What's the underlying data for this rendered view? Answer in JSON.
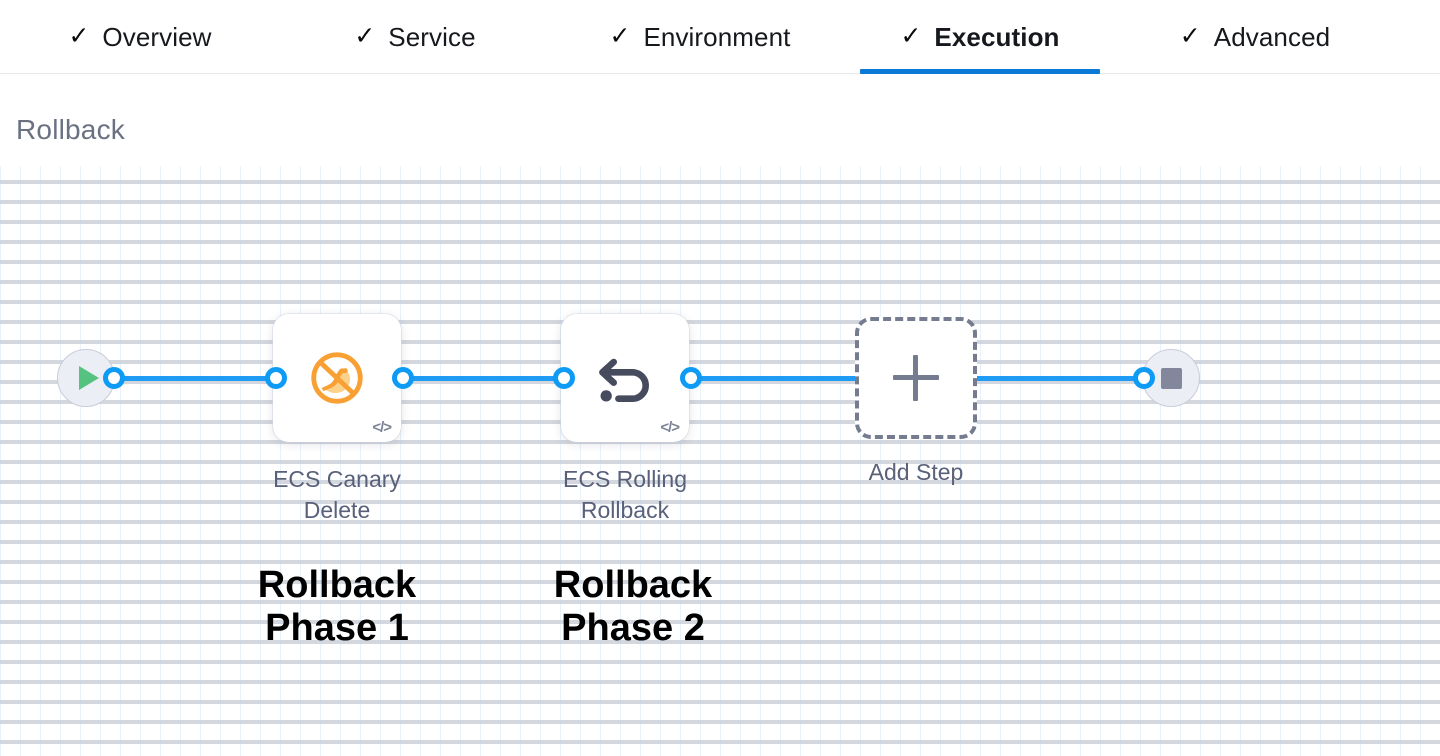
{
  "tabs": [
    {
      "label": "Overview",
      "icon": "check-icon",
      "check": "✓",
      "active": false
    },
    {
      "label": "Service",
      "icon": "check-icon",
      "check": "✓",
      "active": false
    },
    {
      "label": "Environment",
      "icon": "check-icon",
      "check": "✓",
      "active": false
    },
    {
      "label": "Execution",
      "icon": "check-icon",
      "check": "✓",
      "active": true
    },
    {
      "label": "Advanced",
      "icon": "check-icon",
      "check": "✓",
      "active": false
    }
  ],
  "section": {
    "title": "Rollback"
  },
  "flow": {
    "start_node": {
      "icon": "play-icon"
    },
    "end_node": {
      "icon": "stop-icon"
    },
    "steps": [
      {
        "label": "ECS Canary\nDelete",
        "icon": "ecs-canary-delete-icon",
        "badge": "</>",
        "badge_icon": "code-icon"
      },
      {
        "label": "ECS Rolling\nRollback",
        "icon": "rollback-undo-icon",
        "badge": "</>",
        "badge_icon": "code-icon"
      }
    ],
    "add_step": {
      "label": "Add Step",
      "icon": "plus-icon"
    }
  },
  "annotations": [
    {
      "text": "Rollback\nPhase 1"
    },
    {
      "text": "Rollback\nPhase 2"
    }
  ],
  "colors": {
    "accent_blue": "#0b7ad6",
    "edge_blue": "#1d9bf5",
    "canary_orange": "#f8a033",
    "rollback_slate": "#464b5e",
    "title_gray": "#6a7183",
    "play_green": "#55c27f",
    "stop_gray": "#83879b"
  }
}
